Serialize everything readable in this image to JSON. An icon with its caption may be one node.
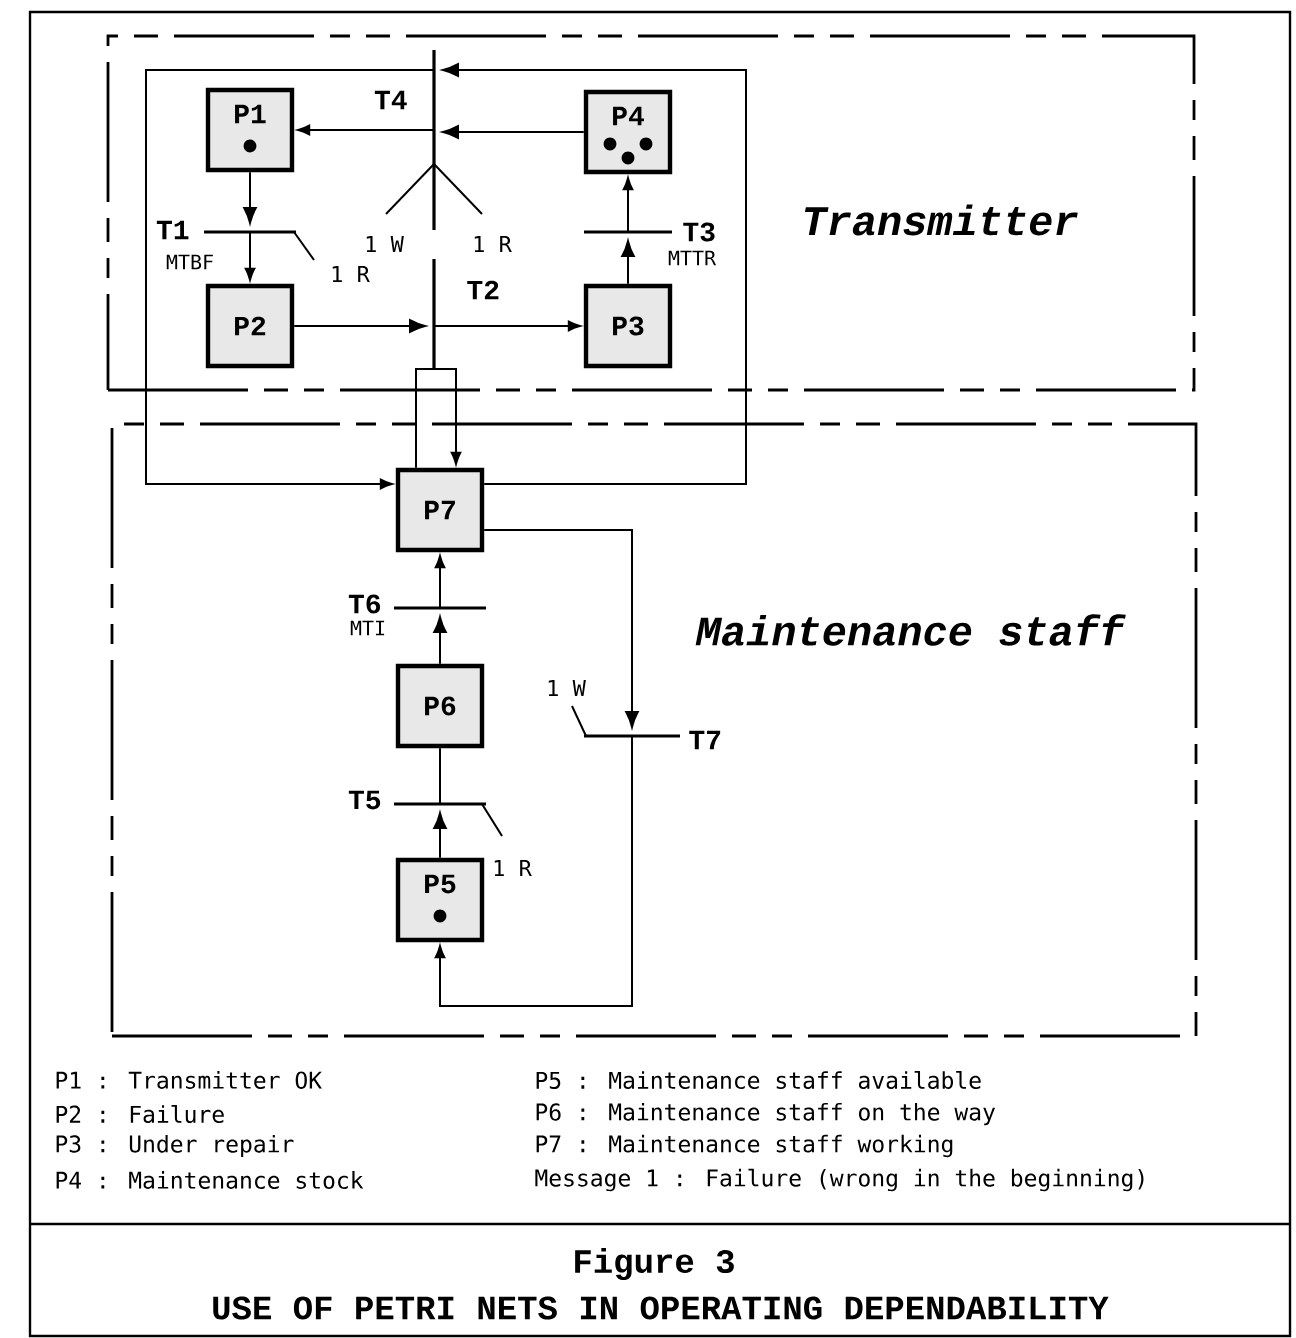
{
  "diagram": {
    "title": "USE OF PETRI NETS IN OPERATING DEPENDABILITY",
    "caption": "Figure 3",
    "nodes": [
      {
        "text": [
          "Transmitter"
        ]
      },
      {
        "text": [
          "P1"
        ],
        "in": 0
      },
      {
        "text": [
          "T4"
        ],
        "in": 0
      },
      {
        "text": [
          "P4"
        ],
        "in": 0
      },
      {
        "text": [
          "T1"
        ],
        "beside": [
          "MTBF"
        ],
        "in": 0
      },
      {
        "text": [
          "T3"
        ],
        "beside": [
          "MTTR"
        ],
        "in": 0
      },
      {
        "text": [
          "P2"
        ],
        "in": 0
      },
      {
        "text": [
          "T2"
        ],
        "in": 0
      },
      {
        "text": [
          "P3"
        ],
        "in": 0
      },
      {
        "text": [
          "Maintenance staff"
        ]
      },
      {
        "text": [
          "P7"
        ],
        "in": 9
      },
      {
        "text": [
          "T6"
        ],
        "beside": [
          "MTI"
        ],
        "in": 9
      },
      {
        "text": [
          "P6"
        ],
        "in": 9
      },
      {
        "text": [
          "T5"
        ],
        "in": 9
      },
      {
        "text": [
          "P5"
        ],
        "in": 9
      },
      {
        "text": [
          "T7"
        ],
        "in": 9
      }
    ],
    "edges": [
      {
        "from": 3,
        "to": 2,
        "arrow": "to"
      },
      {
        "from": 2,
        "to": 1,
        "arrow": "to"
      },
      {
        "from": 1,
        "to": 4,
        "arrow": "to"
      },
      {
        "from": 4,
        "to": 6,
        "arrow": "to"
      },
      {
        "from": 6,
        "to": 7,
        "arrow": "to"
      },
      {
        "from": 7,
        "to": 8,
        "arrow": "to"
      },
      {
        "from": 8,
        "to": 5,
        "arrow": "to"
      },
      {
        "from": 5,
        "to": 3,
        "arrow": "to"
      },
      {
        "from": 10,
        "to": 2,
        "arrow": "to"
      },
      {
        "from": 2,
        "to": 10,
        "arrow": "to"
      },
      {
        "from": 10,
        "to": 7,
        "arrow": "none"
      },
      {
        "from": 7,
        "to": 10,
        "arrow": "to"
      },
      {
        "from": 12,
        "to": 11,
        "arrow": "to"
      },
      {
        "from": 11,
        "to": 10,
        "arrow": "to"
      },
      {
        "from": 14,
        "to": 13,
        "arrow": "to"
      },
      {
        "from": 13,
        "to": 12,
        "arrow": "none"
      },
      {
        "from": 10,
        "to": 15,
        "arrow": "to"
      },
      {
        "from": 15,
        "to": 14,
        "arrow": "to"
      },
      {
        "from": 2,
        "to": null,
        "arrow": "none",
        "label": "1 W"
      },
      {
        "from": 2,
        "to": null,
        "arrow": "none",
        "label": "1 R"
      },
      {
        "from": 4,
        "to": null,
        "arrow": "none",
        "label": "1 R"
      },
      {
        "from": 13,
        "to": null,
        "arrow": "none",
        "label": "1 R"
      },
      {
        "from": 15,
        "to": null,
        "arrow": "none",
        "label": "1 W"
      }
    ],
    "labels": [
      "P1 : Transmitter OK",
      "P2 : Failure",
      "P3 : Under repair",
      "P4 : Maintenance stock",
      "P5 : Maintenance staff available",
      "P6 : Maintenance staff on the way",
      "P7 : Maintenance staff working",
      "Message 1 : Failure (wrong in the beginning)"
    ]
  }
}
